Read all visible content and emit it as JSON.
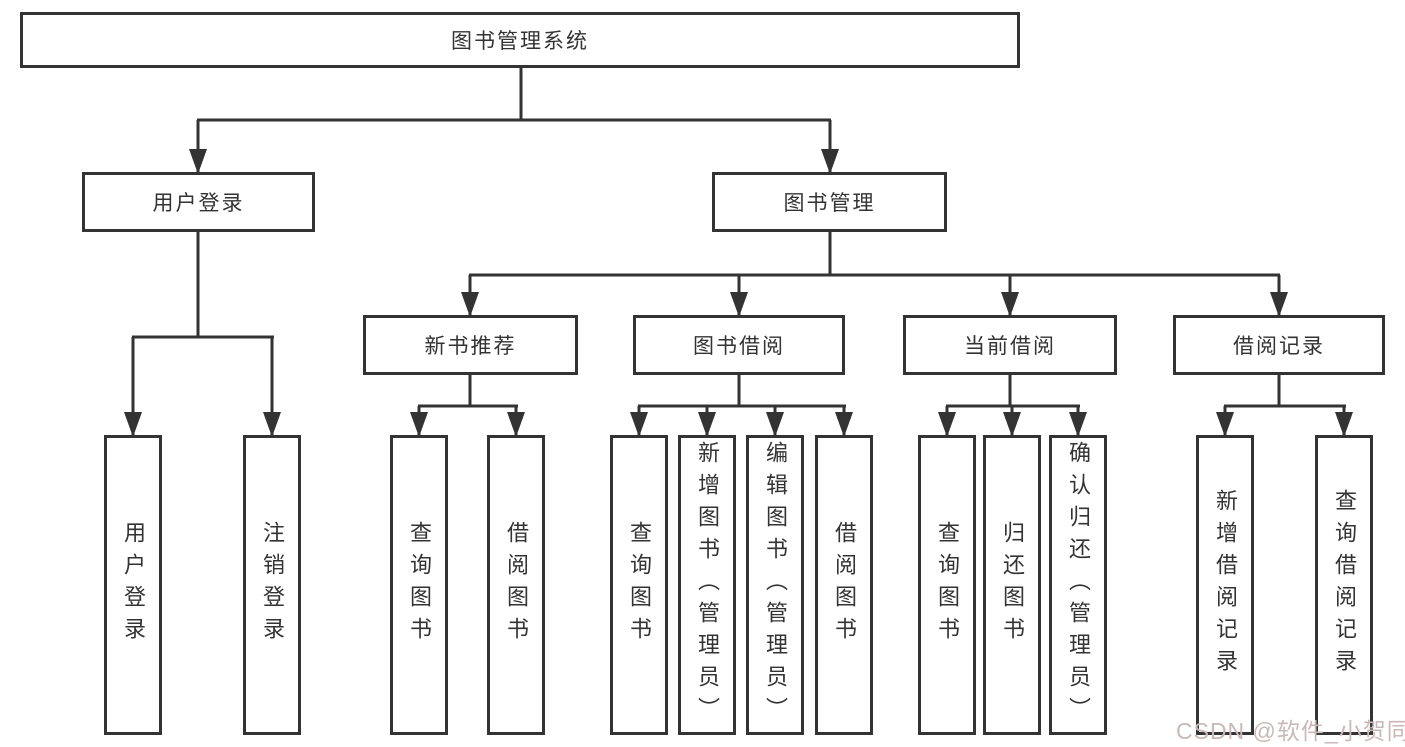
{
  "colors": {
    "line": "#333333",
    "text": "#333333",
    "watermark": "#c9b8b8"
  },
  "diagram": {
    "root": {
      "label": "图书管理系统"
    },
    "branches": [
      {
        "label": "用户登录",
        "children": [
          {
            "label": "用户登录"
          },
          {
            "label": "注销登录"
          }
        ]
      },
      {
        "label": "图书管理",
        "children": [
          {
            "label": "新书推荐",
            "children": [
              {
                "label": "查询图书"
              },
              {
                "label": "借阅图书"
              }
            ]
          },
          {
            "label": "图书借阅",
            "children": [
              {
                "label": "查询图书"
              },
              {
                "label": "新增图书（管理员）"
              },
              {
                "label": "编辑图书（管理员）"
              },
              {
                "label": "借阅图书"
              }
            ]
          },
          {
            "label": "当前借阅",
            "children": [
              {
                "label": "查询图书"
              },
              {
                "label": "归还图书"
              },
              {
                "label": "确认归还（管理员）"
              }
            ]
          },
          {
            "label": "借阅记录",
            "children": [
              {
                "label": "新增借阅记录"
              },
              {
                "label": "查询借阅记录"
              }
            ]
          }
        ]
      }
    ]
  },
  "watermark": {
    "text": "CSDN @软件_小贺同学"
  }
}
